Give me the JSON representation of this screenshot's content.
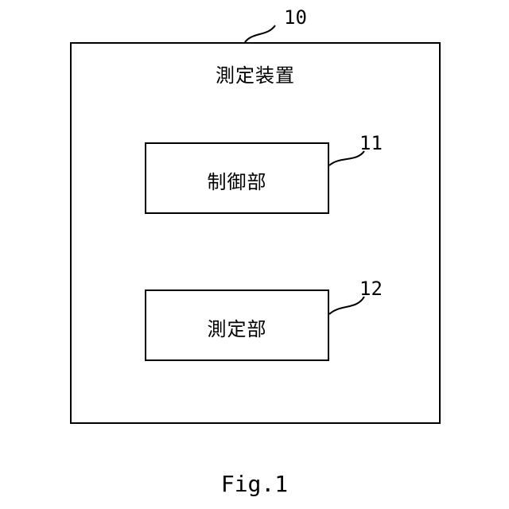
{
  "diagram": {
    "device": {
      "label": "測定装置",
      "ref": "10"
    },
    "components": [
      {
        "label": "制御部",
        "ref": "11"
      },
      {
        "label": "測定部",
        "ref": "12"
      }
    ]
  },
  "caption": "Fig.1"
}
